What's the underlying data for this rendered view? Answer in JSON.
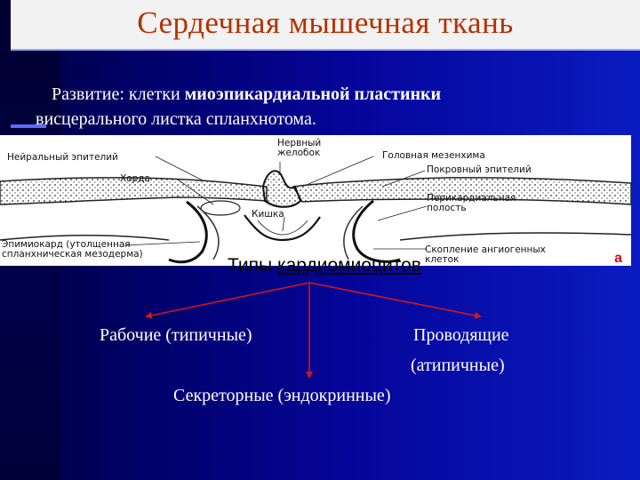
{
  "slide": {
    "title": "Сердечная мышечная ткань",
    "intro_prefix": "Развитие: клетки ",
    "intro_bold": "миоэпикардиальной пластинки",
    "intro_line2": "висцерального листка спланхнотома."
  },
  "figure": {
    "labels": {
      "neural_groove": "Нервный\nжелобок",
      "neural_epithelium": "Нейральный эпителий",
      "head_mesenchyme": "Головная мезенхима",
      "notochord": "Хорда",
      "covering_epithelium": "Покровный эпителий",
      "pericardial_cavity": "Перикардиальная\nполость",
      "gut": "Кишка",
      "epimyocardium": "Эпимиокард (утолщенная\nспланхническая мезодерма)",
      "angioblasts": "Скопление ангиогенных\nклеток"
    },
    "letter": "а"
  },
  "types": {
    "prefix": "Типы ",
    "underlined": "кардиомиоцитов"
  },
  "categories": {
    "working": "Рабочие (типичные)",
    "conducting_1": "Проводящие",
    "conducting_2": "(атипичные)",
    "secretory": "Секреторные (эндокринные)"
  },
  "colors": {
    "title_text": "#b33300",
    "arrow": "#cc1a1a",
    "figure_letter": "#cc1010"
  }
}
